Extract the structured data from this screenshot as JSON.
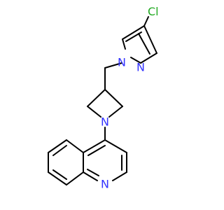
{
  "colors": {
    "background": "#ffffff",
    "bond": "#000000",
    "nitrogen": "#3333ff",
    "chlorine": "#22aa22"
  },
  "atoms": {
    "cl": "Cl",
    "pyrazole_n1": "N",
    "pyrazole_n2": "N",
    "azetidine_n": "N",
    "quinoline_n": "N"
  }
}
